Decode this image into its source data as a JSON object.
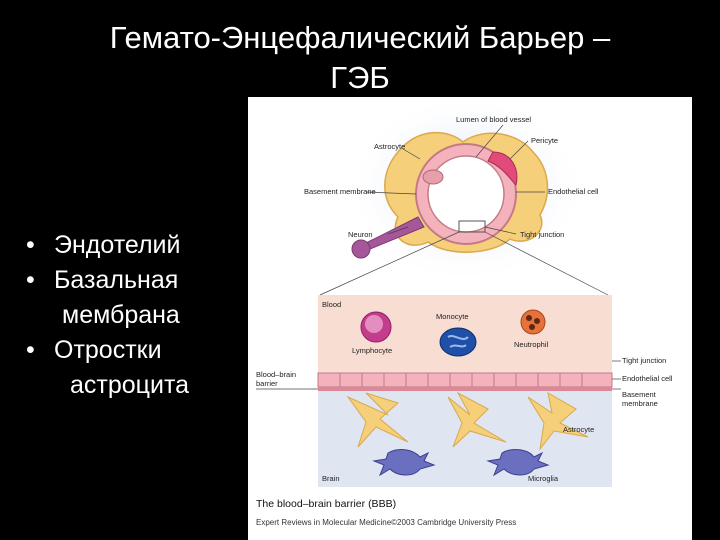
{
  "slide": {
    "title_line1": "Гемато-Энцефалический Барьер –",
    "title_line2": "ГЭБ",
    "bullets": [
      {
        "line1": "Эндотелий",
        "line2": ""
      },
      {
        "line1": "Базальная",
        "line2": "мембрана"
      },
      {
        "line1": "Отростки",
        "line2": "астроцита"
      }
    ]
  },
  "figure": {
    "labels": {
      "lumen": "Lumen of blood vessel",
      "astrocyte_top": "Astrocyte",
      "pericyte": "Pericyte",
      "basement_membrane_top": "Basement membrane",
      "endothelial_cell_top": "Endothelial cell",
      "neuron": "Neuron",
      "tight_junction_top": "Tight junction",
      "blood": "Blood",
      "monocyte": "Monocyte",
      "lymphocyte": "Lymphocyte",
      "neutrophil": "Neutrophil",
      "bbb_line1": "Blood–brain",
      "bbb_line2": "barrier",
      "tight_junction": "Tight junction",
      "endothelial_cell": "Endothelial cell",
      "basement_line1": "Basement",
      "basement_line2": "membrane",
      "astrocyte": "Astrocyte",
      "brain": "Brain",
      "microglia": "Microglia"
    },
    "caption": "The blood–brain barrier (BBB)",
    "credit": "Expert Reviews in Molecular Medicine©2003 Cambridge University Press",
    "colors": {
      "background": "#000000",
      "text": "#ffffff",
      "astrocyte": "#f6cf7a",
      "endothelium": "#f4b3bc",
      "pericyte": "#e24a7a",
      "blood_zone": "#f8ddd2",
      "brain_zone": "#dfe6f2",
      "monocyte": "#1f4fa8",
      "lymphocyte": "#c43c8c",
      "neutrophil": "#e8703a",
      "neuron": "#a5579a",
      "microglia": "#6a6fc0"
    }
  }
}
